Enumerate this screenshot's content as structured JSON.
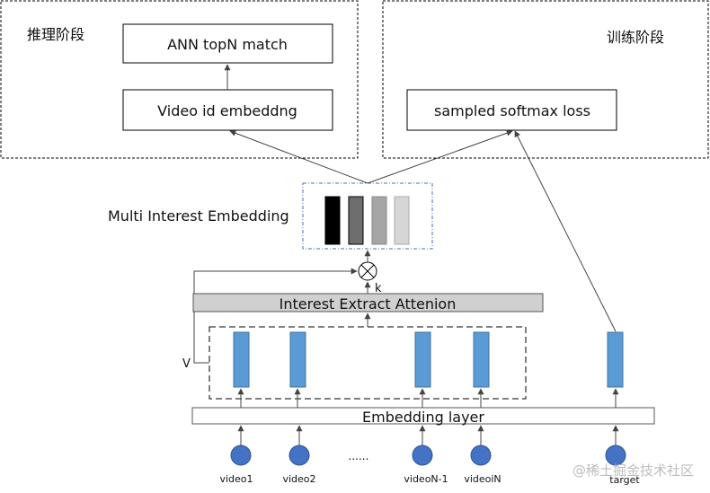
{
  "inference_panel": {
    "title": "推理阶段",
    "ann_box": "ANN topN match",
    "embed_box": "Video id embeddng"
  },
  "training_panel": {
    "title": "训练阶段",
    "loss_box": "sampled softmax loss"
  },
  "multi_interest_label": "Multi Interest Embedding",
  "interest_colors": [
    "#000000",
    "#6e6e6e",
    "#a6a6a6",
    "#d6d6d6"
  ],
  "attention_label": "Interest Extract Attenion",
  "k_label": "k",
  "v_label": "V",
  "embedding_layer_label": "Embedding layer",
  "ellipsis": "......",
  "inputs": {
    "video1": "video1",
    "video2": "video2",
    "videoN_1": "videoN-1",
    "videoN": "videoiN",
    "target": "target"
  },
  "watermark": "@稀土掘金技术社区",
  "colors": {
    "vector_fill": "#5b9bd5",
    "vector_stroke": "#41719c",
    "node_fill": "#4472c4",
    "node_stroke": "#2f5597",
    "attention_fill": "#d0d0d0",
    "interest_frame": "#4a6fb5"
  }
}
